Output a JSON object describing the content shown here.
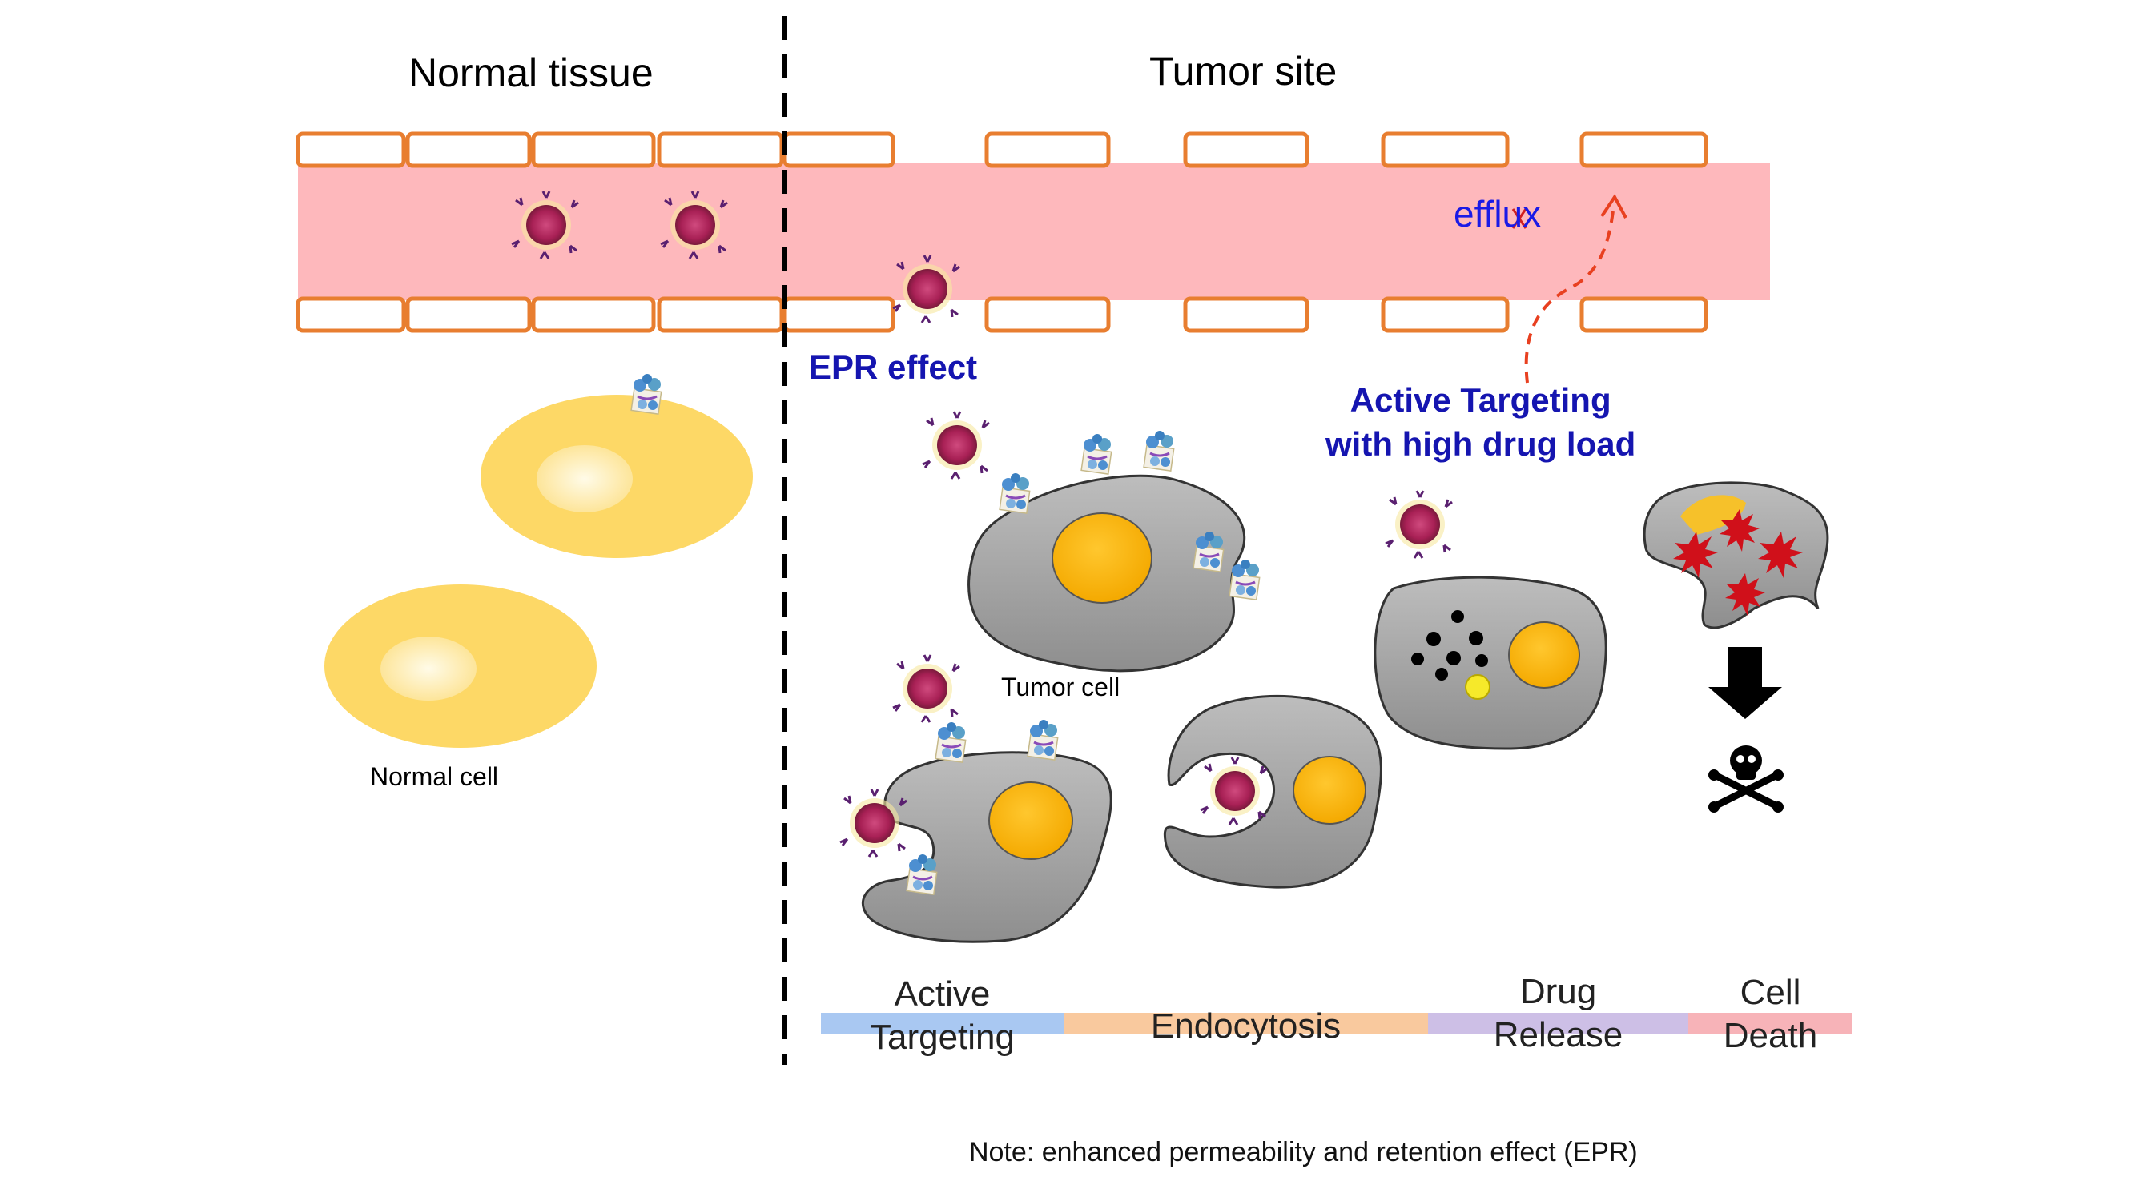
{
  "labels": {
    "normal_tissue": "Normal tissue",
    "tumor_site": "Tumor site",
    "epr_effect": "EPR effect",
    "active_targeting_line1": "Active Targeting",
    "active_targeting_line2": "with high drug load",
    "efflux": "efflux",
    "tumor_cell": "Tumor cell",
    "normal_cell": "Normal cell",
    "note": "Note: enhanced permeability and retention effect (EPR)"
  },
  "stages": [
    {
      "line1": "Active",
      "line2": "Targeting",
      "color": "#a9c8f2"
    },
    {
      "line1": "",
      "line2": "Endocytosis",
      "color": "#f9c99e"
    },
    {
      "line1": "Drug",
      "line2": "Release",
      "color": "#cdbfe6"
    },
    {
      "line1": "Cell",
      "line2": "Death",
      "color": "#f7b3b8"
    }
  ],
  "colors": {
    "vessel": "#feb8bc",
    "endothelial_border": "#e87e30",
    "normal_cell": "#fdd866",
    "tumor_cell": "#a9a9a9",
    "nucleus": "#fdb812",
    "nanoparticle": "#b02860",
    "label_blue": "#1515b0"
  },
  "icons": [
    "nanoparticle-icon",
    "antibody-icon",
    "receptor-icon",
    "skull-crossbones-icon",
    "down-arrow-icon",
    "starburst-icon"
  ]
}
